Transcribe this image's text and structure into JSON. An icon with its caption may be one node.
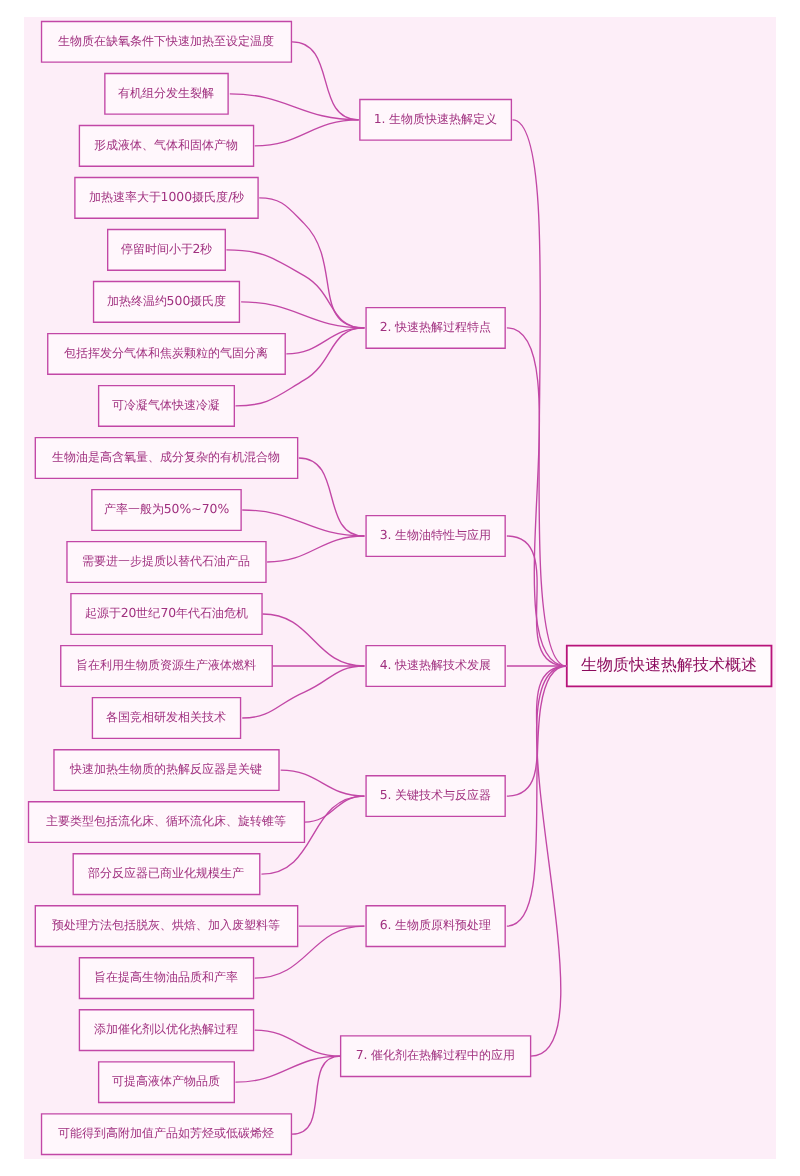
{
  "diagram": {
    "nodes": [
      {
        "text": [
          "生物质快速热解技术概述"
        ]
      },
      {
        "text": [
          "1. 生物质快速热解定义"
        ]
      },
      {
        "text": [
          "生物质在缺氧条件下快速加热至设定温度"
        ]
      },
      {
        "text": [
          "有机组分发生裂解"
        ]
      },
      {
        "text": [
          "形成液体、气体和固体产物"
        ]
      },
      {
        "text": [
          "2. 快速热解过程特点"
        ]
      },
      {
        "text": [
          "加热速率大于1000摄氏度/秒"
        ]
      },
      {
        "text": [
          "停留时间小于2秒"
        ]
      },
      {
        "text": [
          "加热终温约500摄氏度"
        ]
      },
      {
        "text": [
          "包括挥发分气体和焦炭颗粒的气固分离"
        ]
      },
      {
        "text": [
          "可冷凝气体快速冷凝"
        ]
      },
      {
        "text": [
          "3. 生物油特性与应用"
        ]
      },
      {
        "text": [
          "生物油是高含氧量、成分复杂的有机混合物"
        ]
      },
      {
        "text": [
          "产率一般为50%~70%"
        ]
      },
      {
        "text": [
          "需要进一步提质以替代石油产品"
        ]
      },
      {
        "text": [
          "4. 快速热解技术发展"
        ]
      },
      {
        "text": [
          "起源于20世纪70年代石油危机"
        ]
      },
      {
        "text": [
          "旨在利用生物质资源生产液体燃料"
        ]
      },
      {
        "text": [
          "各国竞相研发相关技术"
        ]
      },
      {
        "text": [
          "5. 关键技术与反应器"
        ]
      },
      {
        "text": [
          "快速加热生物质的热解反应器是关键"
        ]
      },
      {
        "text": [
          "主要类型包括流化床、循环流化床、旋转锥等"
        ]
      },
      {
        "text": [
          "部分反应器已商业化规模生产"
        ]
      },
      {
        "text": [
          "6. 生物质原料预处理"
        ]
      },
      {
        "text": [
          "预处理方法包括脱灰、烘焙、加入废塑料等"
        ]
      },
      {
        "text": [
          "旨在提高生物油品质和产率"
        ]
      },
      {
        "text": [
          "7. 催化剂在热解过程中的应用"
        ]
      },
      {
        "text": [
          "添加催化剂以优化热解过程"
        ]
      },
      {
        "text": [
          "可提高液体产物品质"
        ]
      },
      {
        "text": [
          "可能得到高附加值产品如芳烃或低碳烯烃"
        ]
      }
    ],
    "edges": [
      {
        "from": 0,
        "to": 1,
        "arrow": "none"
      },
      {
        "from": 1,
        "to": 2,
        "arrow": "none"
      },
      {
        "from": 1,
        "to": 3,
        "arrow": "none"
      },
      {
        "from": 1,
        "to": 4,
        "arrow": "none"
      },
      {
        "from": 0,
        "to": 5,
        "arrow": "none"
      },
      {
        "from": 5,
        "to": 6,
        "arrow": "none"
      },
      {
        "from": 5,
        "to": 7,
        "arrow": "none"
      },
      {
        "from": 5,
        "to": 8,
        "arrow": "none"
      },
      {
        "from": 5,
        "to": 9,
        "arrow": "none"
      },
      {
        "from": 5,
        "to": 10,
        "arrow": "none"
      },
      {
        "from": 0,
        "to": 11,
        "arrow": "none"
      },
      {
        "from": 11,
        "to": 12,
        "arrow": "none"
      },
      {
        "from": 11,
        "to": 13,
        "arrow": "none"
      },
      {
        "from": 11,
        "to": 14,
        "arrow": "none"
      },
      {
        "from": 0,
        "to": 15,
        "arrow": "none"
      },
      {
        "from": 15,
        "to": 16,
        "arrow": "none"
      },
      {
        "from": 15,
        "to": 17,
        "arrow": "none"
      },
      {
        "from": 15,
        "to": 18,
        "arrow": "none"
      },
      {
        "from": 0,
        "to": 19,
        "arrow": "none"
      },
      {
        "from": 19,
        "to": 20,
        "arrow": "none"
      },
      {
        "from": 19,
        "to": 21,
        "arrow": "none"
      },
      {
        "from": 19,
        "to": 22,
        "arrow": "none"
      },
      {
        "from": 0,
        "to": 23,
        "arrow": "none"
      },
      {
        "from": 23,
        "to": 24,
        "arrow": "none"
      },
      {
        "from": 23,
        "to": 25,
        "arrow": "none"
      },
      {
        "from": 0,
        "to": 26,
        "arrow": "none"
      },
      {
        "from": 26,
        "to": 27,
        "arrow": "none"
      },
      {
        "from": 26,
        "to": 28,
        "arrow": "none"
      },
      {
        "from": 26,
        "to": 29,
        "arrow": "none"
      }
    ]
  }
}
